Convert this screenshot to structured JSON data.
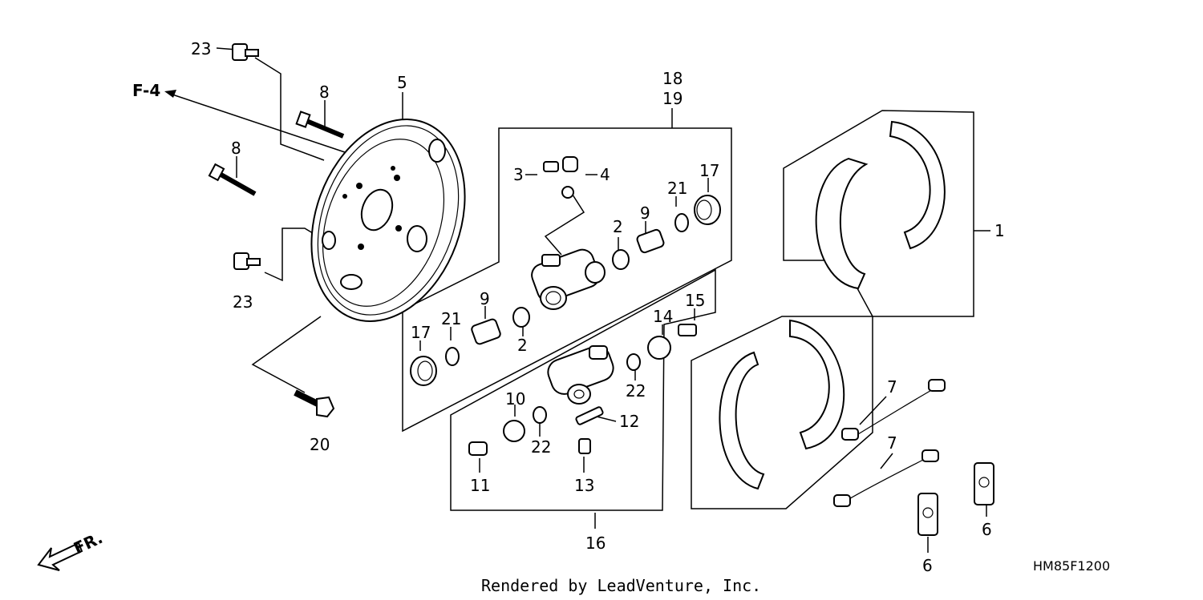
{
  "diagram": {
    "reference_arrow": "F-4",
    "direction_marker": "FR.",
    "drawing_code": "HM85F1200",
    "credit": "Rendered by LeadVenture, Inc.",
    "callouts": {
      "c1": "1",
      "c2a": "2",
      "c2b": "2",
      "c3": "3",
      "c4": "4",
      "c5": "5",
      "c6a": "6",
      "c6b": "6",
      "c7a": "7",
      "c7b": "7",
      "c8a": "8",
      "c8b": "8",
      "c9a": "9",
      "c9b": "9",
      "c10": "10",
      "c11": "11",
      "c12": "12",
      "c13": "13",
      "c14": "14",
      "c15": "15",
      "c16": "16",
      "c17a": "17",
      "c17b": "17",
      "c18": "18",
      "c19": "19",
      "c20": "20",
      "c21a": "21",
      "c21b": "21",
      "c22a": "22",
      "c22b": "22",
      "c23a": "23",
      "c23b": "23"
    }
  }
}
